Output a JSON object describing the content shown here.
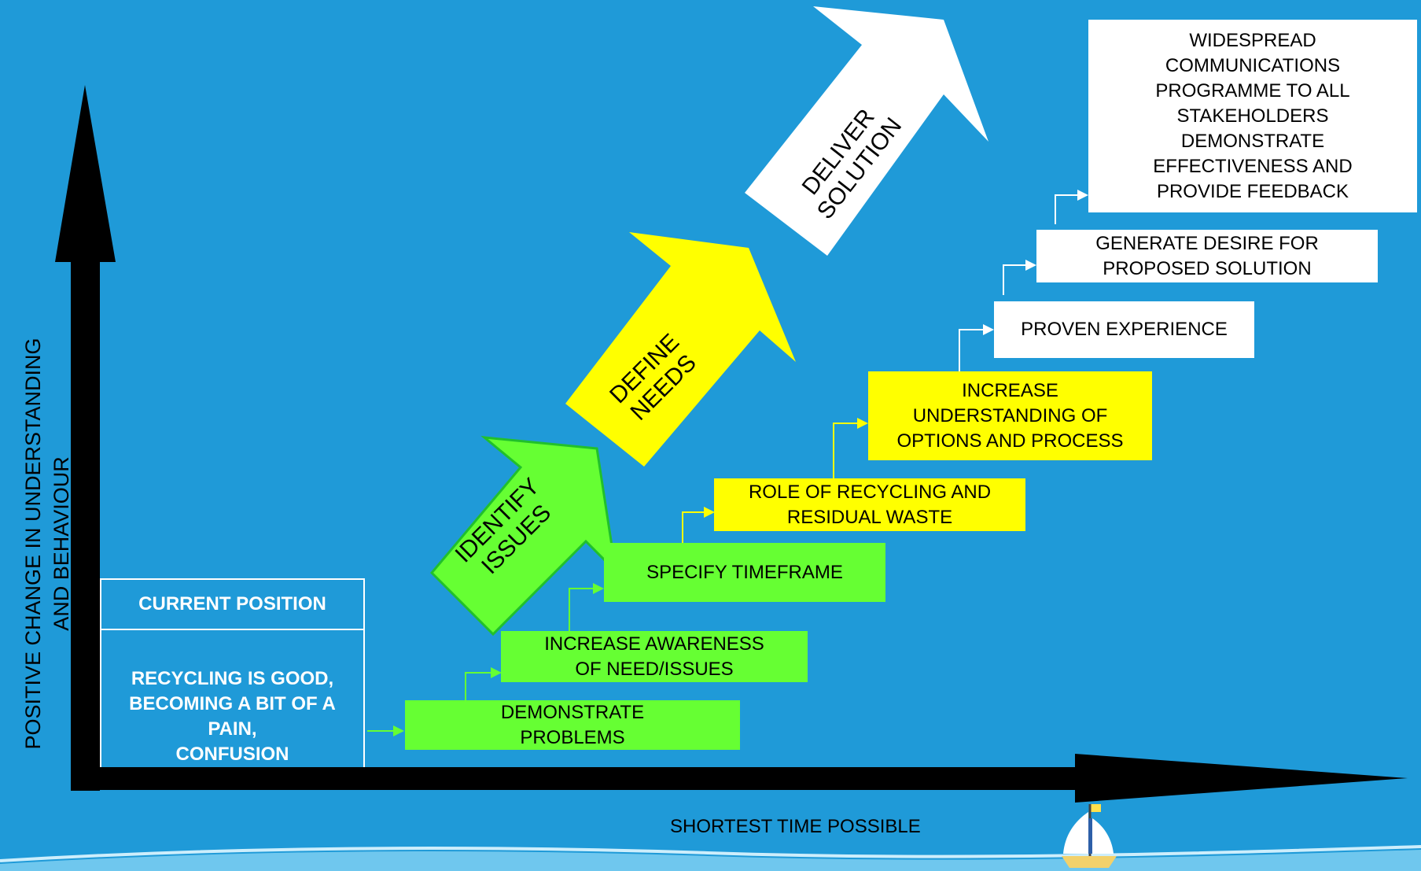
{
  "axes": {
    "y_label_line1": "POSITIVE CHANGE IN UNDERSTANDING",
    "y_label_line2": "AND BEHAVIOUR",
    "x_label": "SHORTEST TIME POSSIBLE"
  },
  "current_position": {
    "title": "CURRENT POSITION",
    "lines": [
      "RECYCLING IS GOOD,",
      "BECOMING A BIT OF A",
      "PAIN,",
      "CONFUSION"
    ]
  },
  "big_arrows": [
    {
      "lines": [
        "IDENTIFY",
        "ISSUES"
      ],
      "color": "#66ff33"
    },
    {
      "lines": [
        "DEFINE",
        "NEEDS"
      ],
      "color": "#ffff00"
    },
    {
      "lines": [
        "DELIVER",
        "SOLUTION"
      ],
      "color": "#ffffff"
    }
  ],
  "steps": [
    {
      "lines": [
        "DEMONSTRATE",
        "PROBLEMS"
      ],
      "color": "#66ff33"
    },
    {
      "lines": [
        "INCREASE AWARENESS",
        "OF NEED/ISSUES"
      ],
      "color": "#66ff33"
    },
    {
      "lines": [
        "SPECIFY TIMEFRAME"
      ],
      "color": "#66ff33"
    },
    {
      "lines": [
        "ROLE OF RECYCLING AND",
        "RESIDUAL WASTE"
      ],
      "color": "#ffff00"
    },
    {
      "lines": [
        "INCREASE",
        "UNDERSTANDING OF",
        "OPTIONS AND PROCESS"
      ],
      "color": "#ffff00"
    },
    {
      "lines": [
        "PROVEN EXPERIENCE"
      ],
      "color": "#ffffff"
    },
    {
      "lines": [
        "GENERATE DESIRE FOR",
        "PROPOSED SOLUTION"
      ],
      "color": "#ffffff"
    },
    {
      "lines": [
        "WIDESPREAD",
        "COMMUNICATIONS",
        "PROGRAMME TO ALL",
        "STAKEHOLDERS",
        "DEMONSTRATE",
        "EFFECTIVENESS AND",
        "PROVIDE FEEDBACK"
      ],
      "color": "#ffffff"
    }
  ],
  "colors": {
    "background": "#1f9ad8",
    "axis": "#000000",
    "connector_green": "#66ff33",
    "connector_yellow": "#ffff00",
    "connector_white": "#ffffff"
  }
}
